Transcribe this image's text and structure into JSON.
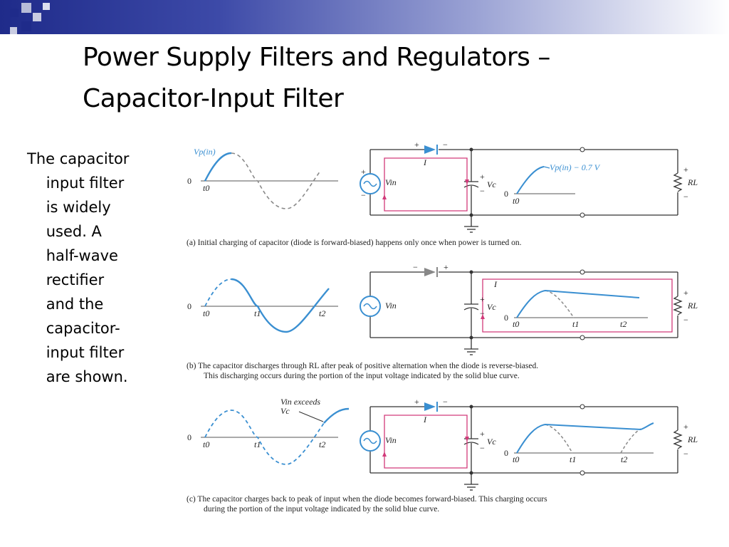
{
  "slide": {
    "title_line1": "Power Supply Filters and Regulators –",
    "title_line2": "Capacitor-Input Filter",
    "body_text": "The capacitor\n    input filter\n    is widely\n    used. A\n    half-wave\n    rectifier\n    and the\n    capacitor-\n    input filter\n    are shown."
  },
  "figure": {
    "panel_a": {
      "caption": "(a) Initial charging of capacitor (diode is forward-biased) happens only once when power is turned on.",
      "input_peak_label": "Vp(in)",
      "output_label": "Vp(in) − 0.7 V"
    },
    "panel_b": {
      "caption_line1": "(b) The capacitor discharges through RL after peak of positive alternation when the diode is reverse-biased.",
      "caption_line2": "This discharging occurs during the portion of the input voltage indicated by the solid blue curve."
    },
    "panel_c": {
      "caption_line1": "(c) The capacitor charges back to peak of input when the diode becomes forward-biased. This charging occurs",
      "caption_line2": "during the portion of the input voltage indicated by the solid blue curve.",
      "annotation_line1": "Vin exceeds",
      "annotation_line2": "Vc"
    },
    "labels": {
      "zero": "0",
      "t0": "t0",
      "t1": "t1",
      "t2": "t2",
      "source": "Vin",
      "cap": "Vc",
      "load": "RL",
      "current": "I",
      "plus": "+",
      "minus": "−"
    },
    "colors": {
      "blue": "#3a8fd1",
      "pink": "#d23a7a",
      "wire": "#333333",
      "dashed": "#8a8a8a"
    }
  }
}
